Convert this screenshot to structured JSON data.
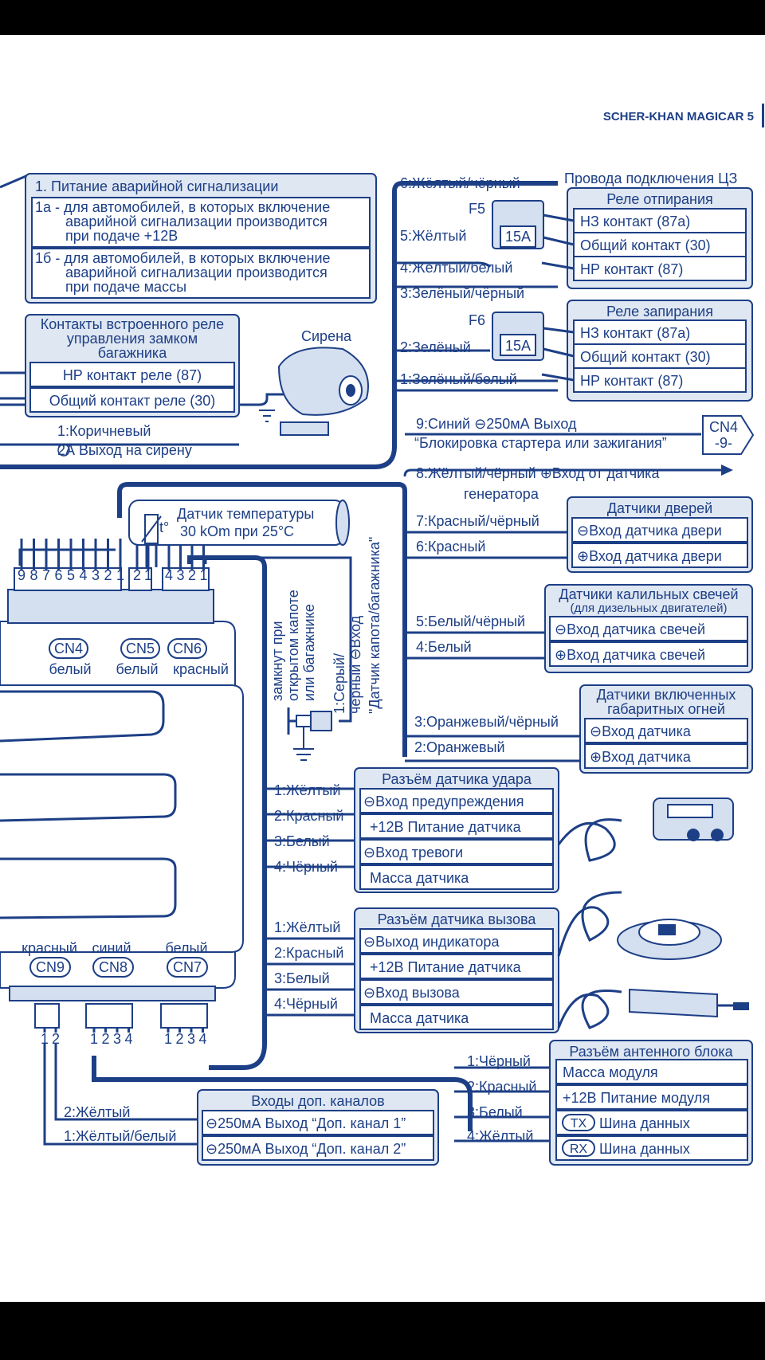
{
  "header": {
    "brand": "SCHER-KHAN MAGICAR 5"
  },
  "hazard_power": {
    "title": "1. Питание аварийной сигнализации",
    "item_a": [
      "1а - для автомобилей, в которых включение",
      "аварийной сигнализации производится",
      "при подаче +12В"
    ],
    "item_b": [
      "1б - для автомобилей, в которых включение",
      "аварийной сигнализации производится",
      "при подаче массы"
    ]
  },
  "trunk_relay": {
    "title": [
      "Контакты встроенного реле",
      "управления замком",
      "багажника"
    ],
    "rows": [
      "НР контакт реле (87)",
      "Общий контакт реле (30)"
    ]
  },
  "siren": {
    "label": "Сирена",
    "wire": "1:Коричневый",
    "output": "2А Выход на сирену"
  },
  "central_lock": {
    "title": "Провода подключения ЦЗ",
    "unlock": {
      "title": "Реле отпирания",
      "rows": [
        "НЗ контакт (87а)",
        "Общий контакт (30)",
        "НР контакт (87)"
      ]
    },
    "lock": {
      "title": "Реле запирания",
      "rows": [
        "НЗ контакт (87а)",
        "Общий контакт (30)",
        "НР контакт (87)"
      ]
    },
    "f5": "F5",
    "f6": "F6",
    "fuse_rating": "15А",
    "wires_unlock": [
      "6:Жёлтый/чёрный",
      "5:Жёлтый",
      "4:Жёлтый/белый"
    ],
    "wires_lock": [
      "3:Зелёный/чёрный",
      "2:Зелёный",
      "1:Зелёный/белый"
    ]
  },
  "starter_block": {
    "wire": "9:Синий ⊖250мА Выход",
    "desc": "“Блокировка стартера или зажигания”",
    "tag": [
      "CN4",
      "-9-"
    ]
  },
  "generator": {
    "wire": "8:Жёлтый/чёрный ⊕Вход от датчика",
    "desc": "генератора"
  },
  "temp_sensor": {
    "label": "Датчик температуры",
    "value": "30 kOm при 25°С",
    "symbol": "t°"
  },
  "hood_sensor": {
    "wire": [
      "1:Серый/",
      "чёрный ⊖Вход"
    ],
    "desc": "\"Датчик капота/багажника\"",
    "note": [
      "замкнут при",
      "открытом капоте",
      "или багажнике"
    ]
  },
  "door_sensors": {
    "title": "Датчики дверей",
    "wires": [
      "7:Красный/чёрный",
      "6:Красный"
    ],
    "rows": [
      "⊖Вход датчика двери",
      "⊕Вход датчика двери"
    ]
  },
  "glow_plugs": {
    "title": "Датчики калильных свечей",
    "subtitle": "(для дизельных двигателей)",
    "wires": [
      "5:Белый/чёрный",
      "4:Белый"
    ],
    "rows": [
      "⊖Вход датчика свечей",
      "⊕Вход датчика свечей"
    ]
  },
  "parking_lights": {
    "title": [
      "Датчики включенных",
      "габаритных огней"
    ],
    "wires": [
      "3:Оранжевый/чёрный",
      "2:Оранжевый"
    ],
    "rows": [
      "⊖Вход датчика",
      "⊕Вход датчика"
    ]
  },
  "connectors": {
    "cn4": {
      "name": "CN4",
      "color": "белый",
      "pins": [
        "9",
        "8",
        "7",
        "6",
        "5",
        "4",
        "3",
        "2",
        "1"
      ]
    },
    "cn5": {
      "name": "CN5",
      "color": "белый",
      "pins": [
        "2",
        "1"
      ]
    },
    "cn6": {
      "name": "CN6",
      "color": "красный",
      "pins": [
        "4",
        "3",
        "2",
        "1"
      ]
    },
    "cn9": {
      "name": "CN9",
      "color": "красный",
      "pins": [
        "1",
        "2"
      ]
    },
    "cn8": {
      "name": "CN8",
      "color": "синий",
      "pins": [
        "1",
        "2",
        "3",
        "4"
      ]
    },
    "cn7": {
      "name": "CN7",
      "color": "белый",
      "pins": [
        "1",
        "2",
        "3",
        "4"
      ]
    }
  },
  "shock_sensor": {
    "title": "Разъём датчика удара",
    "wires": [
      "1:Жёлтый",
      "2:Красный",
      "3:Белый",
      "4:Чёрный"
    ],
    "rows": [
      "⊖Вход предупреждения",
      "+12В Питание датчика",
      "⊖Вход тревоги",
      "Масса датчика"
    ]
  },
  "call_sensor": {
    "title": "Разъём датчика вызова",
    "wires": [
      "1:Жёлтый",
      "2:Красный",
      "3:Белый",
      "4:Чёрный"
    ],
    "rows": [
      "⊖Выход индикатора",
      "+12В Питание датчика",
      "⊖Вход вызова",
      "Масса датчика"
    ]
  },
  "antenna": {
    "title": "Разъём антенного блока",
    "wires": [
      "1:Чёрный",
      "2:Красный",
      "3:Белый",
      "4:Жёлтый"
    ],
    "rows": [
      "Масса модуля",
      "+12В Питание модуля",
      "Шина данных",
      "Шина данных"
    ],
    "tx": "TX",
    "rx": "RX"
  },
  "aux_channels": {
    "title": "Входы доп. каналов",
    "wires": [
      "2:Жёлтый",
      "1:Жёлтый/белый"
    ],
    "rows": [
      "⊖250мА Выход “Доп. канал 1”",
      "⊖250мА Выход “Доп. канал 2”"
    ]
  }
}
